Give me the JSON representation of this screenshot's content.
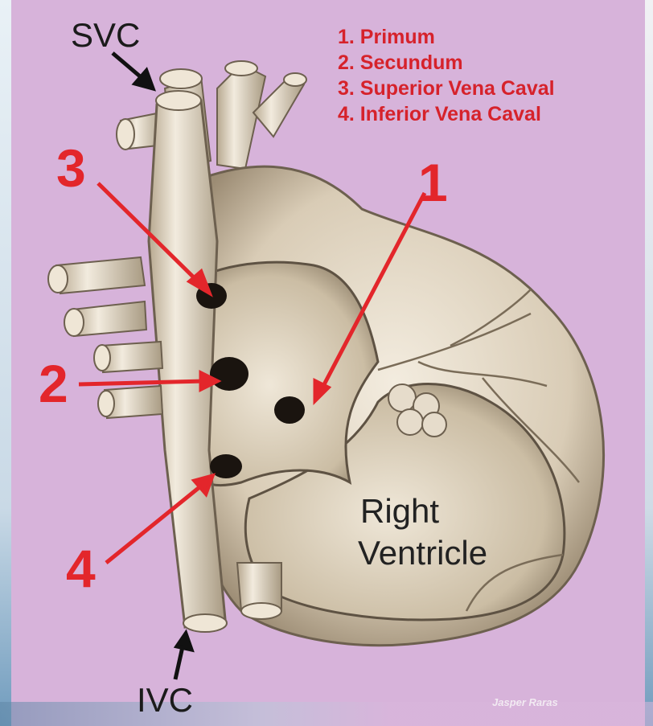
{
  "vessels": {
    "top": "SVC",
    "bottom": "IVC"
  },
  "legend": [
    "1. Primum",
    "2. Secundum",
    "3. Superior Vena Caval",
    "4. Inferior Vena Caval"
  ],
  "markers": [
    "1",
    "2",
    "3",
    "4"
  ],
  "chamber": {
    "line1": "Right",
    "line2": "Ventricle"
  },
  "credit": "Jasper Raras",
  "colors": {
    "background": "#d7b3da",
    "accent_red": "#e3262b",
    "tissue": "#ece4d6",
    "shadow": "#8b7d6a"
  }
}
